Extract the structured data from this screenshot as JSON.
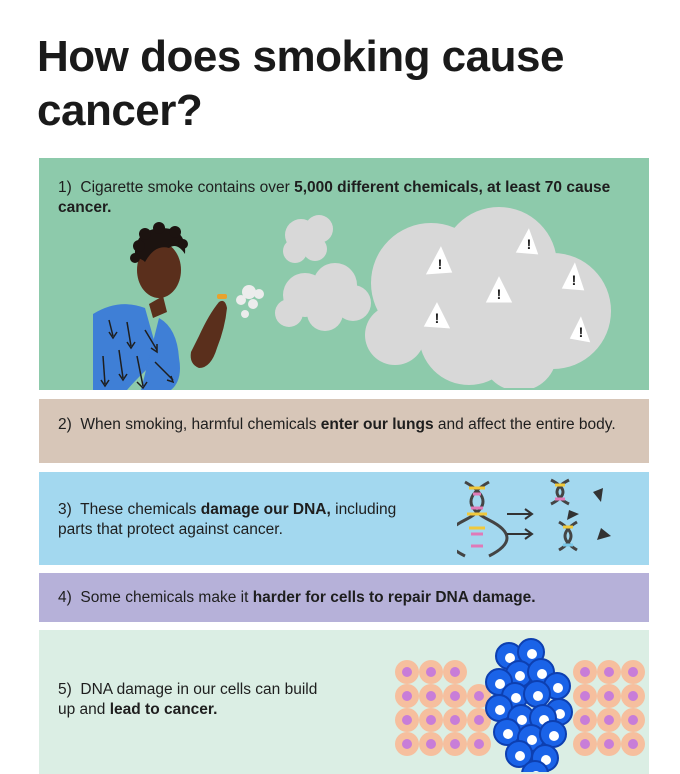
{
  "title": "How does smoking cause cancer?",
  "steps": [
    {
      "num": "1)",
      "text_a": "Cigarette smoke contains over ",
      "bold": "5,000 different chemicals, at least 70 cause cancer.",
      "text_b": ""
    },
    {
      "num": "2)",
      "text_a": "When smoking, harmful chemicals ",
      "bold": "enter our lungs",
      "text_b": " and affect the entire body."
    },
    {
      "num": "3)",
      "text_a": "These chemicals ",
      "bold": "damage our DNA,",
      "text_b": " including parts that protect against cancer."
    },
    {
      "num": "4)",
      "text_a": "Some chemicals make it ",
      "bold": "harder for cells to repair DNA damage.",
      "text_b": ""
    },
    {
      "num": "5)",
      "text_a": "DNA damage in our cells can build up and ",
      "bold": "lead to cancer.",
      "text_b": ""
    }
  ],
  "warning_symbol": "!",
  "colors": {
    "panel1": "#8dcaab",
    "panel2": "#d7c6b8",
    "panel3": "#a3d8ef",
    "panel4": "#b6b1d9",
    "panel5": "#dbeee4",
    "smoke": "#d8d8d8",
    "shirt": "#3f7fd6",
    "skin": "#5a2f1c",
    "cancer_cell": "#1a63e8",
    "healthy_cell": "#f6bf9e",
    "nucleus": "#c87dd8"
  }
}
